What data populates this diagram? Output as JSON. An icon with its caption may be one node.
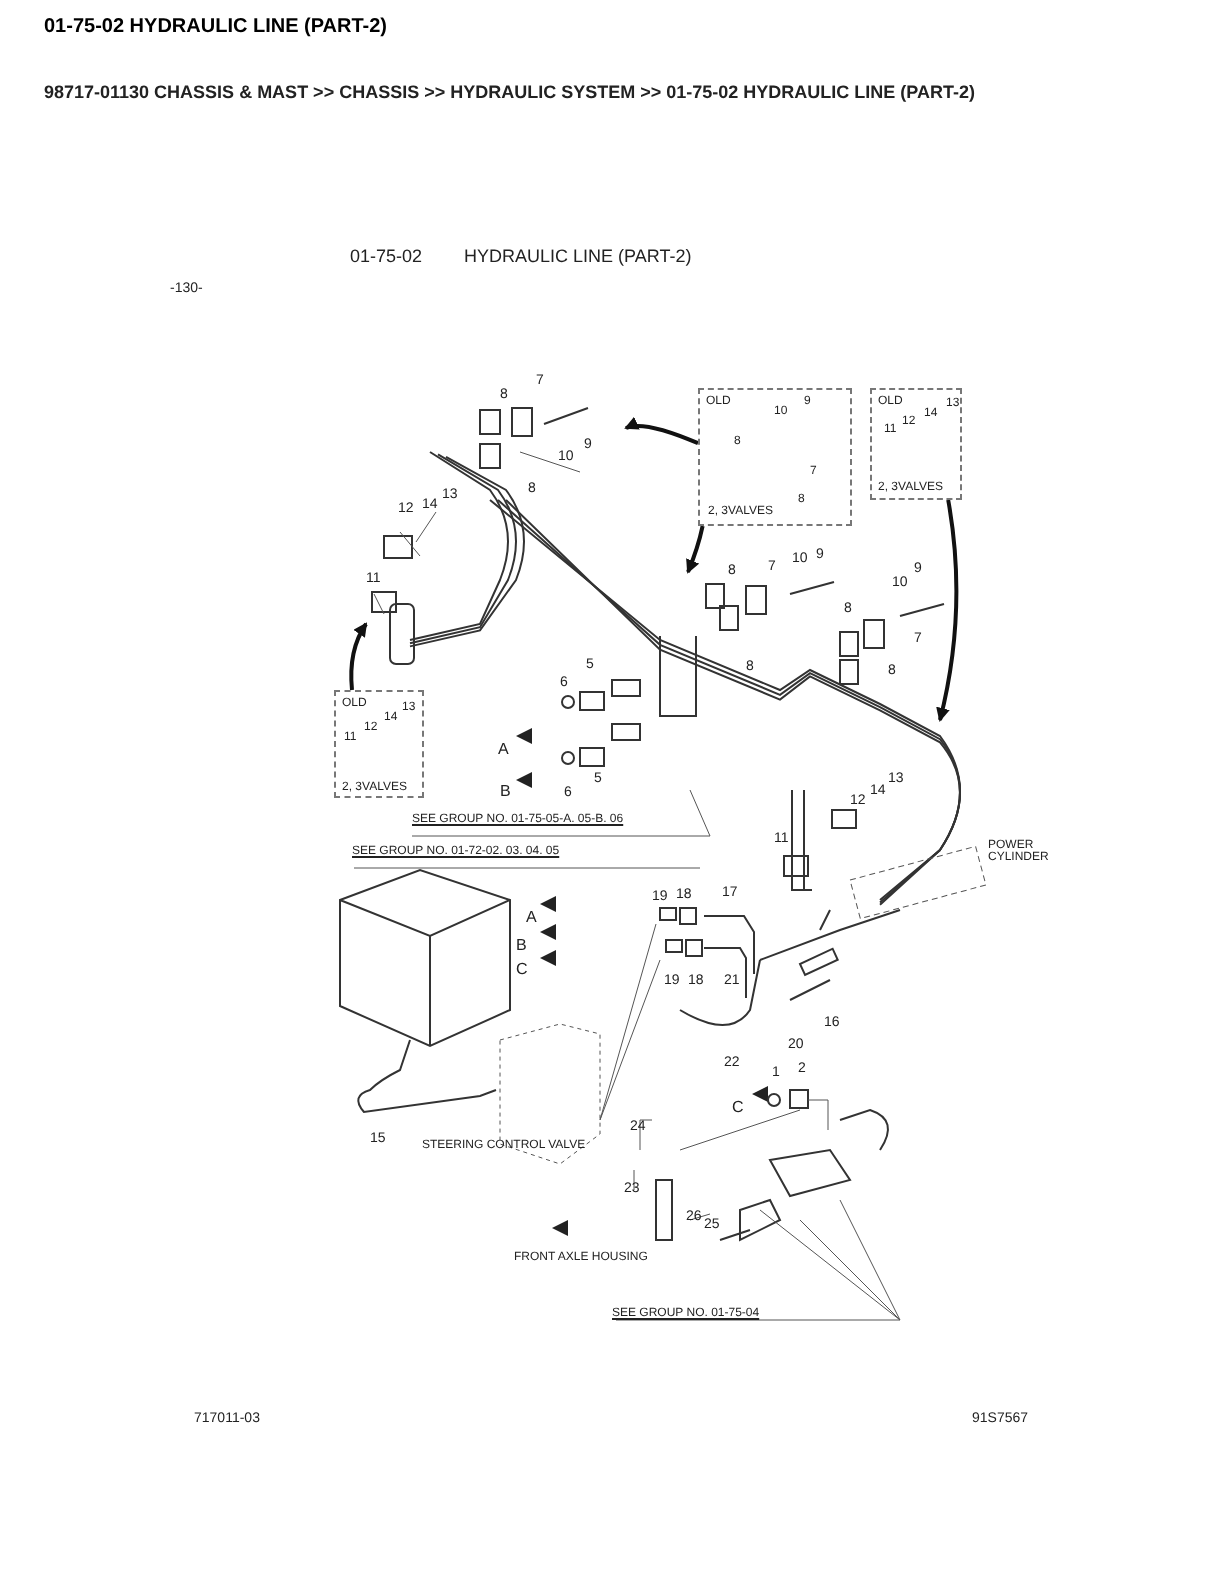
{
  "diagram": {
    "title": "01-75-02 HYDRAULIC LINE (PART-2)",
    "nodes": [
      {
        "text": [
          "OLD",
          "10",
          "9",
          "8",
          "7",
          "8",
          "2, 3VALVES"
        ]
      },
      {
        "text": [
          "OLD",
          "13",
          "14",
          "12",
          "11",
          "2, 3VALVES"
        ]
      },
      {
        "text": [
          "OLD",
          "11",
          "12",
          "14",
          "13",
          "2, 3VALVES"
        ]
      }
    ],
    "edges": [
      {
        "from": 0,
        "to": null,
        "arrow": "to"
      },
      {
        "from": 0,
        "to": null,
        "arrow": "to"
      },
      {
        "from": 1,
        "to": null,
        "arrow": "to"
      },
      {
        "from": 2,
        "to": null,
        "arrow": "to"
      }
    ],
    "labels": [
      "98717-01130 CHASSIS & MAST >> CHASSIS >> HYDRAULIC SYSTEM >> 01-75-02 HYDRAULIC LINE (PART-2)",
      "01-75-02",
      "HYDRAULIC LINE (PART-2)",
      "-130-",
      "8",
      "7",
      "9",
      "10",
      "8",
      "12",
      "14",
      "13",
      "11",
      "8",
      "7",
      "10",
      "9",
      "8",
      "10",
      "9",
      "8",
      "7",
      "8",
      "6",
      "5",
      "A",
      "6",
      "5",
      "B",
      "13",
      "14",
      "12",
      "11",
      "SEE GROUP NO. 01-75-05-A. 05-B. 06",
      "SEE GROUP NO. 01-72-02. 03. 04. 05",
      "A",
      "B",
      "C",
      "POWER CYLINDER",
      "19",
      "18",
      "17",
      "19",
      "18",
      "21",
      "16",
      "20",
      "22",
      "15",
      "STEERING CONTROL VALVE",
      "1",
      "2",
      "C",
      "24",
      "23",
      "26",
      "25",
      "FRONT AXLE HOUSING",
      "SEE GROUP NO. 01-75-04",
      "717011-03",
      "91S7567"
    ]
  }
}
